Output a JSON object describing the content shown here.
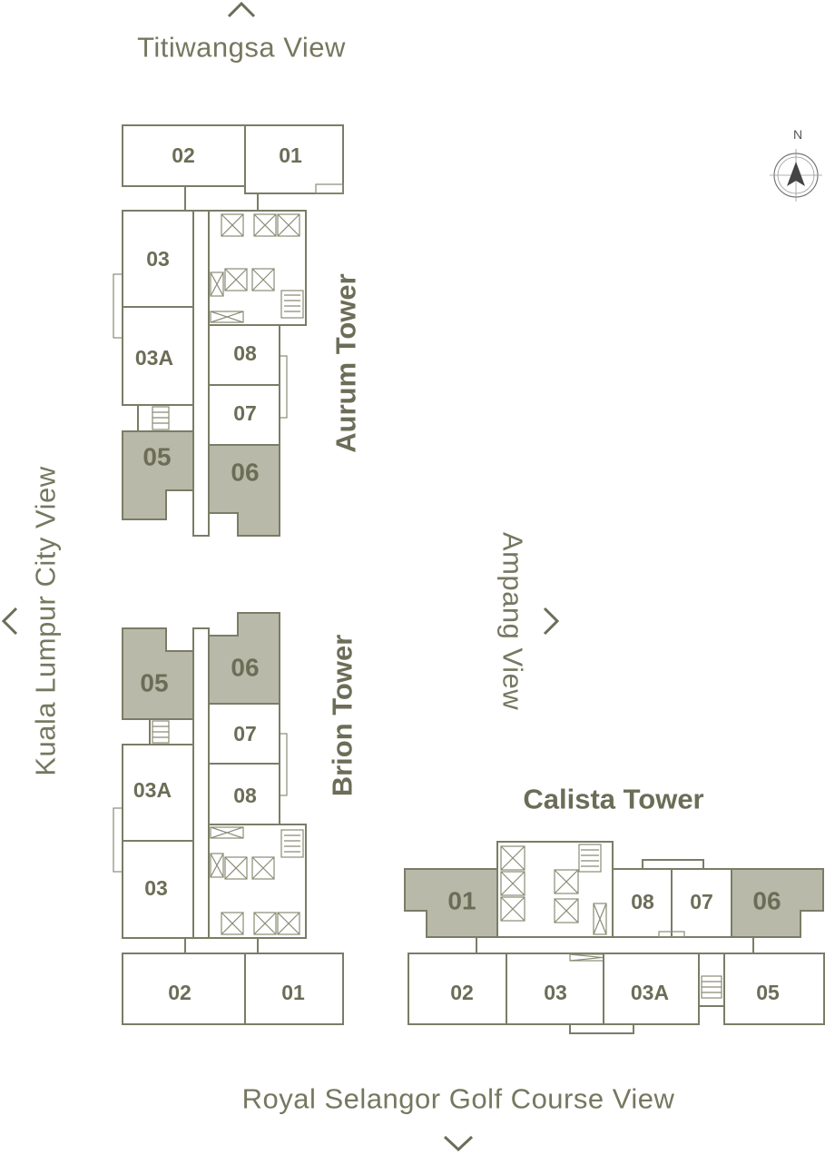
{
  "views": {
    "north": "Titiwangsa View",
    "west": "Kuala Lumpur City View",
    "east": "Ampang View",
    "south": "Royal Selangor Golf Course View"
  },
  "compass": {
    "label": "N"
  },
  "colors": {
    "text": "#6c6d57",
    "line": "#7b7c66",
    "highlight": "#b9b9a9"
  },
  "aurum": {
    "name": "Aurum Tower",
    "units": {
      "u02": "02",
      "u01": "01",
      "u03": "03",
      "u03a": "03A",
      "u08": "08",
      "u07": "07",
      "u05": "05",
      "u06": "06"
    },
    "highlighted": [
      "05",
      "06"
    ]
  },
  "brion": {
    "name": "Brion Tower",
    "units": {
      "u05": "05",
      "u06": "06",
      "u07": "07",
      "u03a": "03A",
      "u08": "08",
      "u03": "03",
      "u02": "02",
      "u01": "01"
    },
    "highlighted": [
      "05",
      "06"
    ]
  },
  "calista": {
    "name": "Calista Tower",
    "units": {
      "u01": "01",
      "u08": "08",
      "u07": "07",
      "u06": "06",
      "u02": "02",
      "u03": "03",
      "u03a": "03A",
      "u05": "05"
    },
    "highlighted": [
      "01",
      "06"
    ]
  }
}
